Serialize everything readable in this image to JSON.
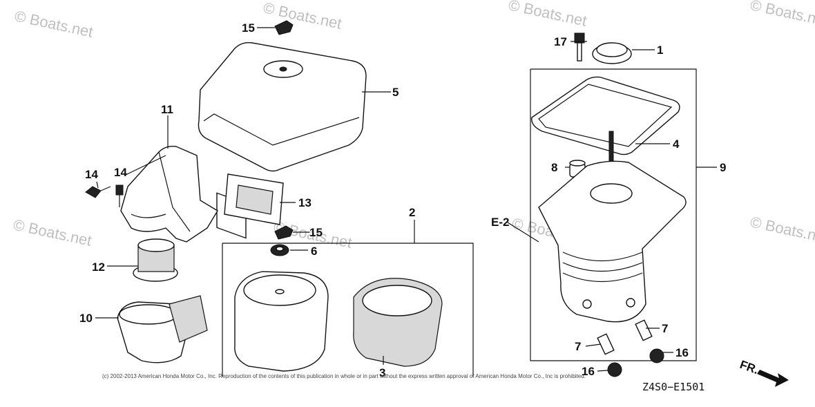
{
  "callouts": {
    "c1": "1",
    "c2": "2",
    "c3": "3",
    "c4": "4",
    "c5": "5",
    "c6": "6",
    "c7a": "7",
    "c7b": "7",
    "c8": "8",
    "c9": "9",
    "c10": "10",
    "c11": "11",
    "c12": "12",
    "c13": "13",
    "c14a": "14",
    "c14b": "14",
    "c15a": "15",
    "c15b": "15",
    "c16a": "16",
    "c16b": "16",
    "c17": "17"
  },
  "reference_label": "E-2",
  "watermark": "© Boats.net",
  "copyright": "(c) 2002-2013 American Honda Motor Co., Inc. Reproduction of the contents of this publication in whole or in part without the express written approval of American Honda Motor Co., Inc is prohibited.",
  "diagram_code": "Z4S0−E1501",
  "front_label": "FR."
}
